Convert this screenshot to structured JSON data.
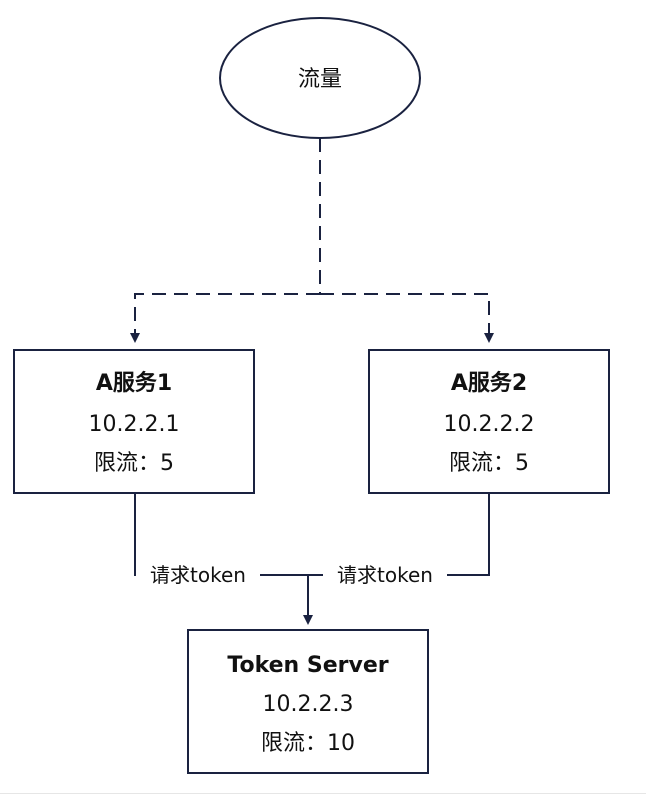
{
  "colors": {
    "stroke": "#1a2240",
    "text": "#111111",
    "background": "#ffffff"
  },
  "nodes": {
    "traffic": {
      "label": "流量"
    },
    "service1": {
      "title": "A服务1",
      "ip": "10.2.2.1",
      "limit": "限流：5"
    },
    "service2": {
      "title": "A服务2",
      "ip": "10.2.2.2",
      "limit": "限流：5"
    },
    "token_server": {
      "title": "Token Server",
      "ip": "10.2.2.3",
      "limit": "限流：10"
    }
  },
  "edges": {
    "service1_to_token": {
      "label": "请求token"
    },
    "service2_to_token": {
      "label": "请求token"
    }
  }
}
